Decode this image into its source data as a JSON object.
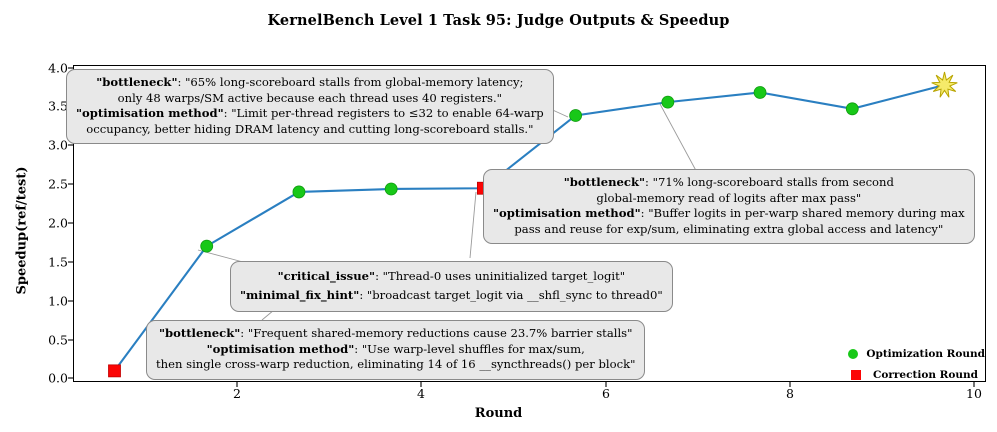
{
  "chart_data": {
    "type": "line",
    "title": "KernelBench Level 1 Task 95: Judge Outputs & Speedup",
    "xlabel": "Round",
    "ylabel": "Speedup(ref/test)",
    "xlim": [
      0.55,
      10.45
    ],
    "ylim": [
      -0.15,
      4.12
    ],
    "xticks": [
      "2",
      "4",
      "6",
      "8",
      "10"
    ],
    "xtick_values": [
      2,
      4,
      6,
      8,
      10
    ],
    "yticks": [
      "0.0",
      "0.5",
      "1.0",
      "1.5",
      "2.0",
      "2.5",
      "3.0",
      "3.5",
      "4.0"
    ],
    "ytick_values": [
      0.0,
      0.5,
      1.0,
      1.5,
      2.0,
      2.5,
      3.0,
      3.5,
      4.0
    ],
    "grid": false,
    "legend_position": "lower right",
    "line_color": "#2a7fc1",
    "x": [
      1,
      2,
      3,
      4,
      5,
      6,
      7,
      8,
      9,
      10
    ],
    "values": [
      0.0,
      1.68,
      2.41,
      2.45,
      2.46,
      3.44,
      3.62,
      3.75,
      3.53,
      3.85
    ],
    "point_kinds": [
      "correction",
      "optimization",
      "optimization",
      "optimization",
      "correction",
      "optimization",
      "optimization",
      "optimization",
      "optimization",
      "best"
    ],
    "series": [
      {
        "name": "Speedup(ref/test)",
        "x": [
          1,
          2,
          3,
          4,
          5,
          6,
          7,
          8,
          9,
          10
        ],
        "values": [
          0.0,
          1.68,
          2.41,
          2.45,
          2.46,
          3.44,
          3.62,
          3.75,
          3.53,
          3.85
        ]
      }
    ],
    "legend": [
      {
        "label": "Optimization Round",
        "marker": "circle",
        "color": "#18c818"
      },
      {
        "label": "Correction Round",
        "marker": "square",
        "color": "#fb0505"
      }
    ],
    "marker_colors": {
      "optimization": "#18c818",
      "correction": "#fb0505",
      "best": "#f5ea6a"
    },
    "annotations": [
      {
        "id": "annot-round-6",
        "anchor_round": 6,
        "lines": [
          {
            "key": "\"bottleneck\"",
            "text": ": \"65% long-scoreboard stalls from global-memory latency;"
          },
          {
            "key": "",
            "text": "only 48 warps/SM active because each thread uses 40 registers.\""
          },
          {
            "key": "\"optimisation method\"",
            "text": ": \"Limit per-thread registers to ≤32 to enable 64-warp"
          },
          {
            "key": "",
            "text": "occupancy, better hiding DRAM latency and cutting long-scoreboard stalls.\""
          }
        ]
      },
      {
        "id": "annot-round-7",
        "anchor_round": 7,
        "lines": [
          {
            "key": "\"bottleneck\"",
            "text": ": \"71% long-scoreboard stalls from second"
          },
          {
            "key": "",
            "text": "global-memory read of logits after max pass\""
          },
          {
            "key": "\"optimisation method\"",
            "text": ": \"Buffer logits in per-warp shared memory during max"
          },
          {
            "key": "",
            "text": "pass and reuse for exp/sum, eliminating extra global access and latency\""
          }
        ]
      },
      {
        "id": "annot-round-5",
        "anchor_round": 5,
        "lines": [
          {
            "key": "\"critical_issue\"",
            "text": ": \"Thread-0 uses uninitialized target_logit\""
          },
          {
            "key": "\"minimal_fix_hint\"",
            "text": ":  \"broadcast target_logit via __shfl_sync to thread0\""
          }
        ]
      },
      {
        "id": "annot-round-2",
        "anchor_round": 2,
        "lines": [
          {
            "key": "\"bottleneck\"",
            "text": ": \"Frequent shared-memory reductions cause 23.7% barrier stalls\""
          },
          {
            "key": "\"optimisation method\"",
            "text": ": \"Use warp-level shuffles for max/sum,"
          },
          {
            "key": "",
            "text": "then single cross-warp reduction, eliminating 14 of 16 __syncthreads() per block\""
          }
        ]
      }
    ]
  }
}
